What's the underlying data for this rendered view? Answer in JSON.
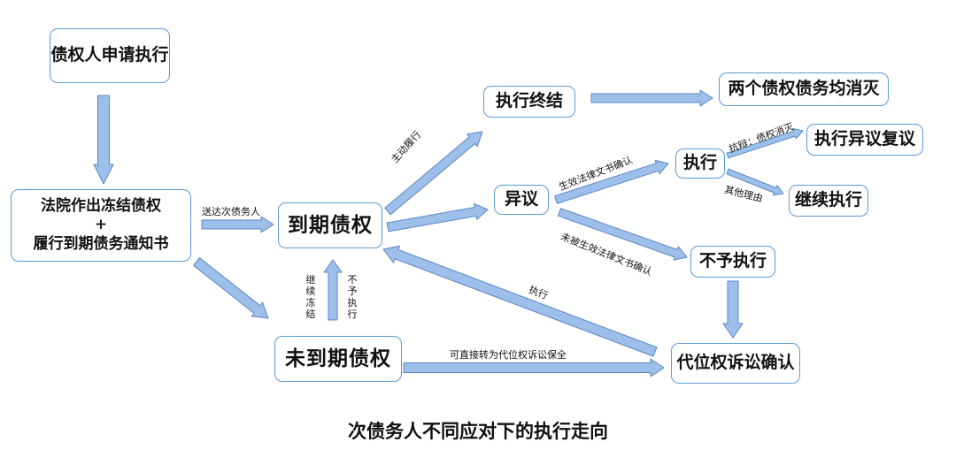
{
  "nodes": {
    "apply": "债权人申请执行",
    "freeze_line1": "法院作出冻结债权",
    "freeze_plus": "+",
    "freeze_line2": "履行到期债务通知书",
    "due": "到期债权",
    "not_due": "未到期债权",
    "terminate": "执行终结",
    "both_extinct": "两个债权债务均消灭",
    "objection": "异议",
    "execute": "执行",
    "review": "执行异议复议",
    "continue_exec": "继续执行",
    "no_exec": "不予执行",
    "subrogation": "代位权诉讼确认"
  },
  "edge_labels": {
    "serve_debtor": "送达次债务人",
    "voluntary": "主动履行",
    "effective_doc": "生效法律文书确认",
    "defense": "抗辩：债权消灭",
    "other_reason": "其他理由",
    "no_effective_doc": "未被生效法律文书确认",
    "execution": "执行",
    "keep_frozen": "继续冻结",
    "no_execution": "不予执行",
    "preservation": "可直接转为代位权诉讼保全"
  },
  "caption": "次债务人不同应对下的执行走向",
  "colors": {
    "arrow_fill": "#9dbfe9",
    "arrow_stroke": "#5b87c6",
    "node_border": "#5b9bd5"
  }
}
